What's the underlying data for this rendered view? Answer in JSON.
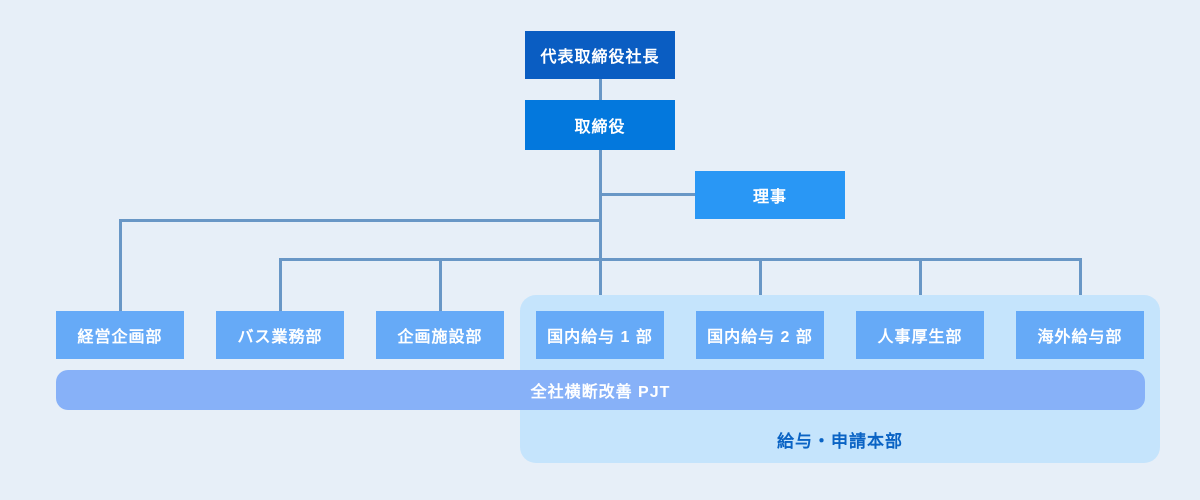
{
  "diagram": {
    "type": "org-chart",
    "nodes": {
      "president": {
        "label": "代表取締役社長",
        "color": "#0a5dc2"
      },
      "board": {
        "label": "取締役",
        "color": "#0378dd"
      },
      "councilor": {
        "label": "理事",
        "color": "#2997f5"
      },
      "departments": [
        {
          "label": "経営企画部",
          "parent": "取締役",
          "in_division": false
        },
        {
          "label": "バス業務部",
          "parent": "取締役",
          "in_division": false
        },
        {
          "label": "企画施設部",
          "parent": "取締役",
          "in_division": false
        },
        {
          "label": "国内給与 1 部",
          "parent": "取締役",
          "in_division": true
        },
        {
          "label": "国内給与 2 部",
          "parent": "取締役",
          "in_division": true
        },
        {
          "label": "人事厚生部",
          "parent": "取締役",
          "in_division": true
        },
        {
          "label": "海外給与部",
          "parent": "取締役",
          "in_division": true
        }
      ],
      "department_color": "#66aaf7"
    },
    "project_bar": {
      "label": "全社横断改善 PJT",
      "color": "#87b1f8"
    },
    "division_group": {
      "label": "給与・申請本部",
      "bg_color": "#c5e4fc",
      "text_color": "#0a63c4"
    },
    "colors": {
      "background": "#e7eff8",
      "connector": "#6997c6",
      "node_text": "#ffffff"
    }
  }
}
